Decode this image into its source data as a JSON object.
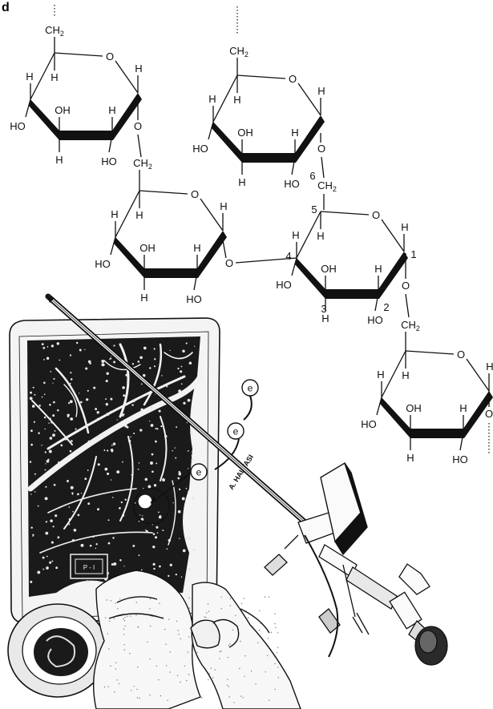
{
  "panel_letter": "d",
  "atoms": {
    "ring_oxygen": "O",
    "hydrogen": "H",
    "hydroxyl": "OH",
    "hydroxyl_left": "HO",
    "methylene": "CH",
    "methylene_sub": "2",
    "linkage_oxygen": "O",
    "continuation": "⋮"
  },
  "carbon_numbers": [
    "1",
    "2",
    "3",
    "4",
    "5",
    "6"
  ],
  "illustration": {
    "electron_symbol": "e",
    "plate_label": "P - I",
    "signature": "A. HALVASI"
  },
  "colors": {
    "ink": "#111111",
    "background": "#ffffff",
    "plate": "#f4f4f4",
    "dark_tissue": "#1a1a1a"
  }
}
